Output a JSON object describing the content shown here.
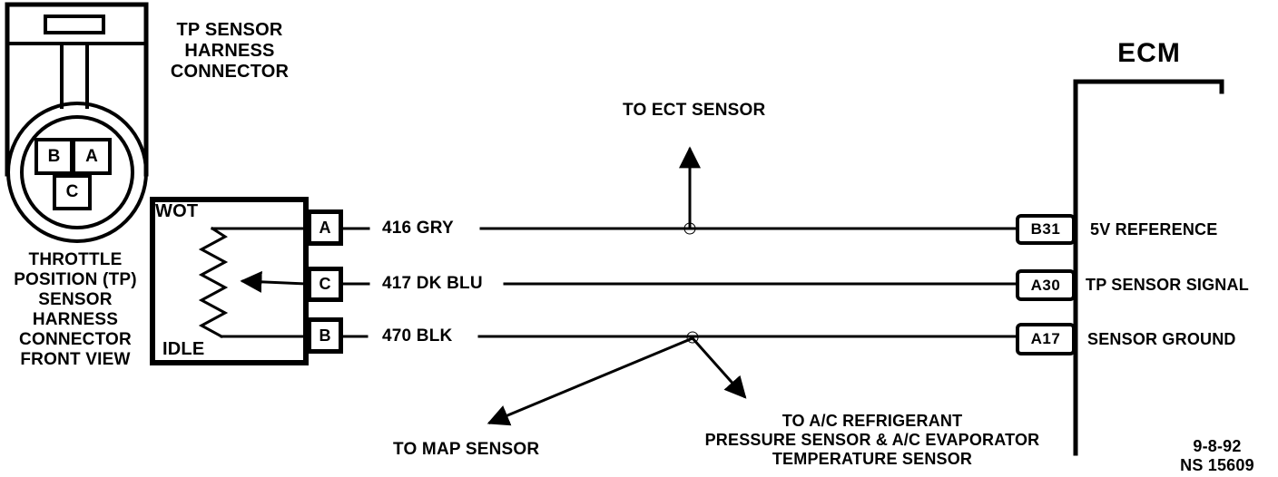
{
  "connector_view": {
    "title": "TP SENSOR\nHARNESS\nCONNECTOR",
    "caption": "THROTTLE\nPOSITION (TP)\nSENSOR\nHARNESS\nCONNECTOR\nFRONT VIEW",
    "pin_b": "B",
    "pin_a": "A",
    "pin_c": "C"
  },
  "sensor": {
    "wot_label": "WOT",
    "idle_label": "IDLE",
    "pin_a": "A",
    "pin_c": "C",
    "pin_b": "B"
  },
  "wires": [
    {
      "from_pin": "A",
      "label": "416 GRY",
      "to_ecm_pin": "B31"
    },
    {
      "from_pin": "C",
      "label": "417 DK BLU",
      "to_ecm_pin": "A30"
    },
    {
      "from_pin": "B",
      "label": "470 BLK",
      "to_ecm_pin": "A17"
    }
  ],
  "ecm": {
    "title": "ECM",
    "pins": [
      {
        "id": "B31",
        "label": "5V REFERENCE"
      },
      {
        "id": "A30",
        "label": "TP SENSOR SIGNAL"
      },
      {
        "id": "A17",
        "label": "SENSOR GROUND"
      }
    ]
  },
  "branches": {
    "ect_label": "TO ECT SENSOR",
    "map_label": "TO MAP SENSOR",
    "ac_label": "TO A/C REFRIGERANT\nPRESSURE SENSOR & A/C EVAPORATOR\nTEMPERATURE SENSOR"
  },
  "footer": {
    "date": "9-8-92",
    "doc_number": "NS 15609"
  },
  "colors": {
    "ink": "#000000",
    "paper": "#ffffff"
  }
}
